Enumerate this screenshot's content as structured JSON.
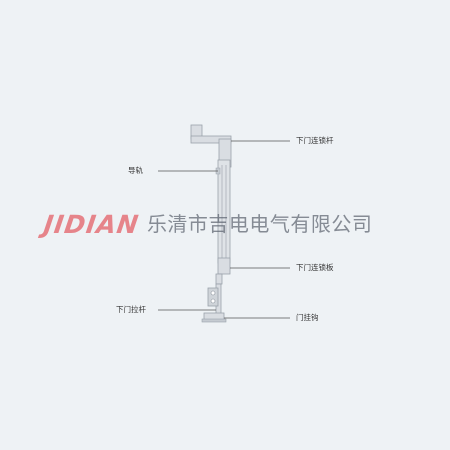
{
  "labels": {
    "lower_door_link_rod": "下门连锁杆",
    "guide_rail": "导轨",
    "lower_door_interlock_plate": "下门连锁板",
    "lower_door_pull_rod": "下门拉杆",
    "door_hook": "门挂钩"
  },
  "watermark": {
    "logo": "JIDIAN",
    "company": "乐清市吉电电气有限公司"
  },
  "colors": {
    "background": "#eef2f5",
    "metal": "#d9dde2",
    "metal_dark": "#9aa2ab",
    "leader_line": "#555555",
    "logo_red": "#e35a62",
    "company_gray": "#5d6470"
  }
}
